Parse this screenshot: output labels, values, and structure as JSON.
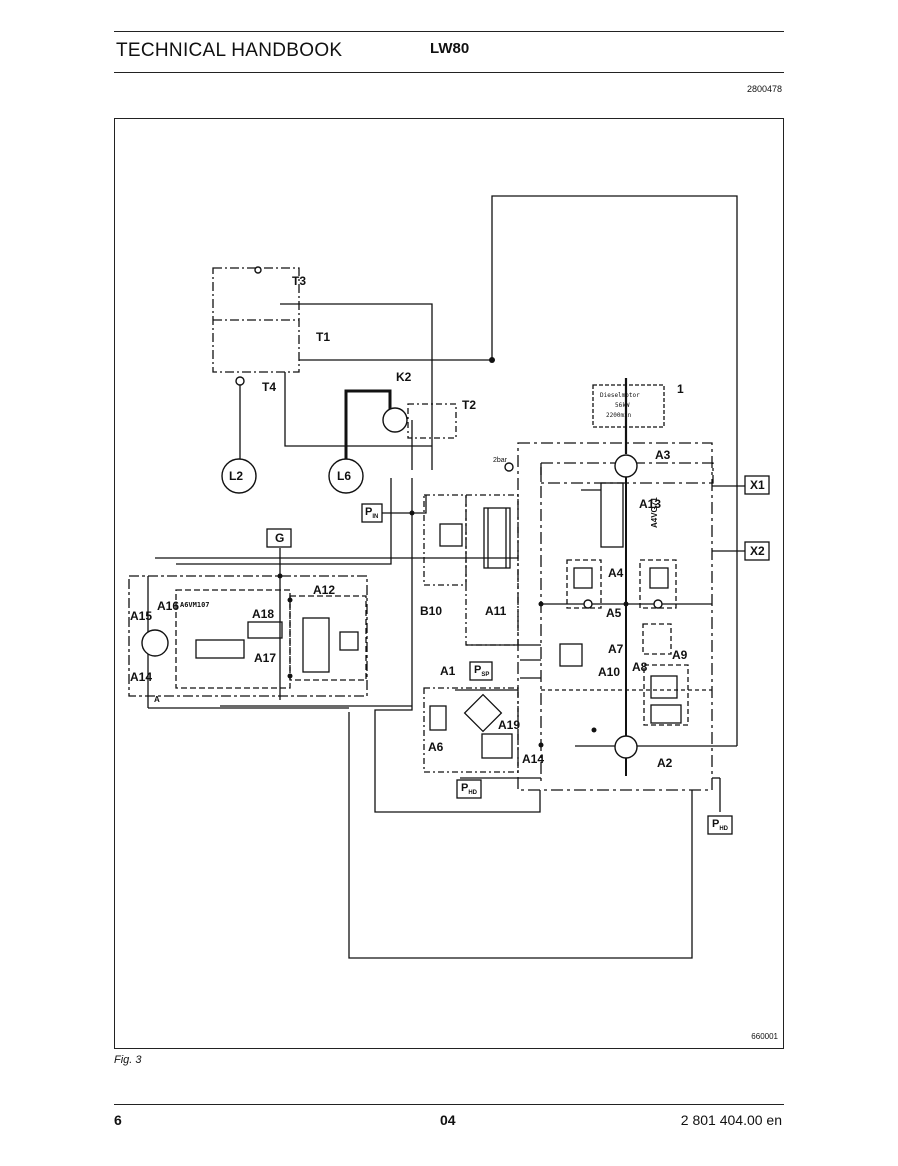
{
  "header": {
    "title": "TECHNICAL HANDBOOK",
    "model": "LW80",
    "doc_number": "2800478"
  },
  "figure": {
    "drawing_number": "660001",
    "caption": "Fig. 3",
    "labels": {
      "T3": "T3",
      "T1": "T1",
      "T4": "T4",
      "K2": "K2",
      "T2": "T2",
      "L2": "L2",
      "L6": "L6",
      "one": "1",
      "A3": "A3",
      "A13": "A13",
      "A4VG71": "A4VG71",
      "X1": "X1",
      "X2": "X2",
      "P": "P",
      "P_IN_sub": "IN",
      "P_SP_sub": "SP",
      "P_HD_sub": "HD",
      "G": "G",
      "B10": "B10",
      "A11": "A11",
      "A4": "A4",
      "A5": "A5",
      "A9": "A9",
      "A7": "A7",
      "A10": "A10",
      "A8": "A8",
      "A1": "A1",
      "A6": "A6",
      "A19": "A19",
      "A14": "A14",
      "A2": "A2",
      "A12": "A12",
      "A15": "A15",
      "A16": "A16",
      "A6VM107": "A6VM107",
      "A18": "A18",
      "A17": "A17",
      "A": "A",
      "bar": "2bar",
      "engine_line1": "Dieselmotor",
      "engine_line2": "56kW",
      "engine_line3": "2200min"
    }
  },
  "footer": {
    "page": "6",
    "revision": "04",
    "doc": "2 801 404.00 en"
  }
}
